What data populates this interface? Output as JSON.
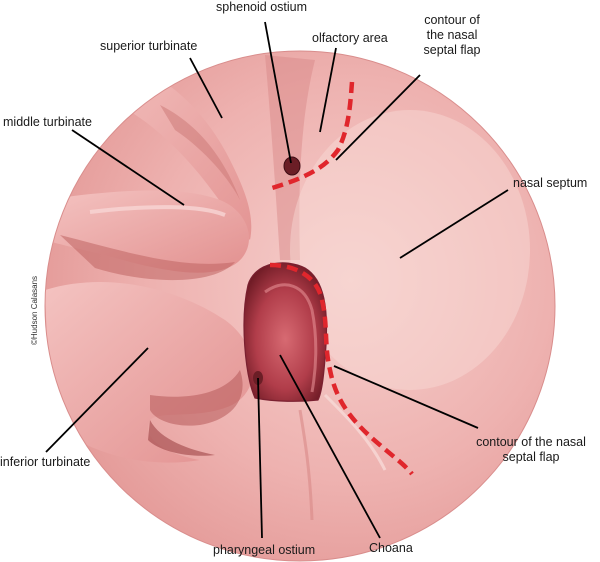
{
  "labels": {
    "sphenoid_ostium": "sphenoid ostium",
    "superior_turbinate": "superior turbinate",
    "olfactory_area": "olfactory area",
    "contour_flap_top": "contour of\nthe nasal\nseptal flap",
    "middle_turbinate": "middle turbinate",
    "nasal_septum": "nasal septum",
    "inferior_turbinate": "inferior turbinate",
    "contour_flap_bottom": "contour of the nasal\nseptal flap",
    "pharyngeal_ostium": "pharyngeal ostium",
    "choana": "Choana"
  },
  "credit": "©Hudson Calasans",
  "colors": {
    "tissue": "#eba7a6",
    "tissue_dark": "#c9706f",
    "cavity": "#9e2f3a",
    "flap_contour": "#e0262c",
    "leader": "#000000"
  }
}
